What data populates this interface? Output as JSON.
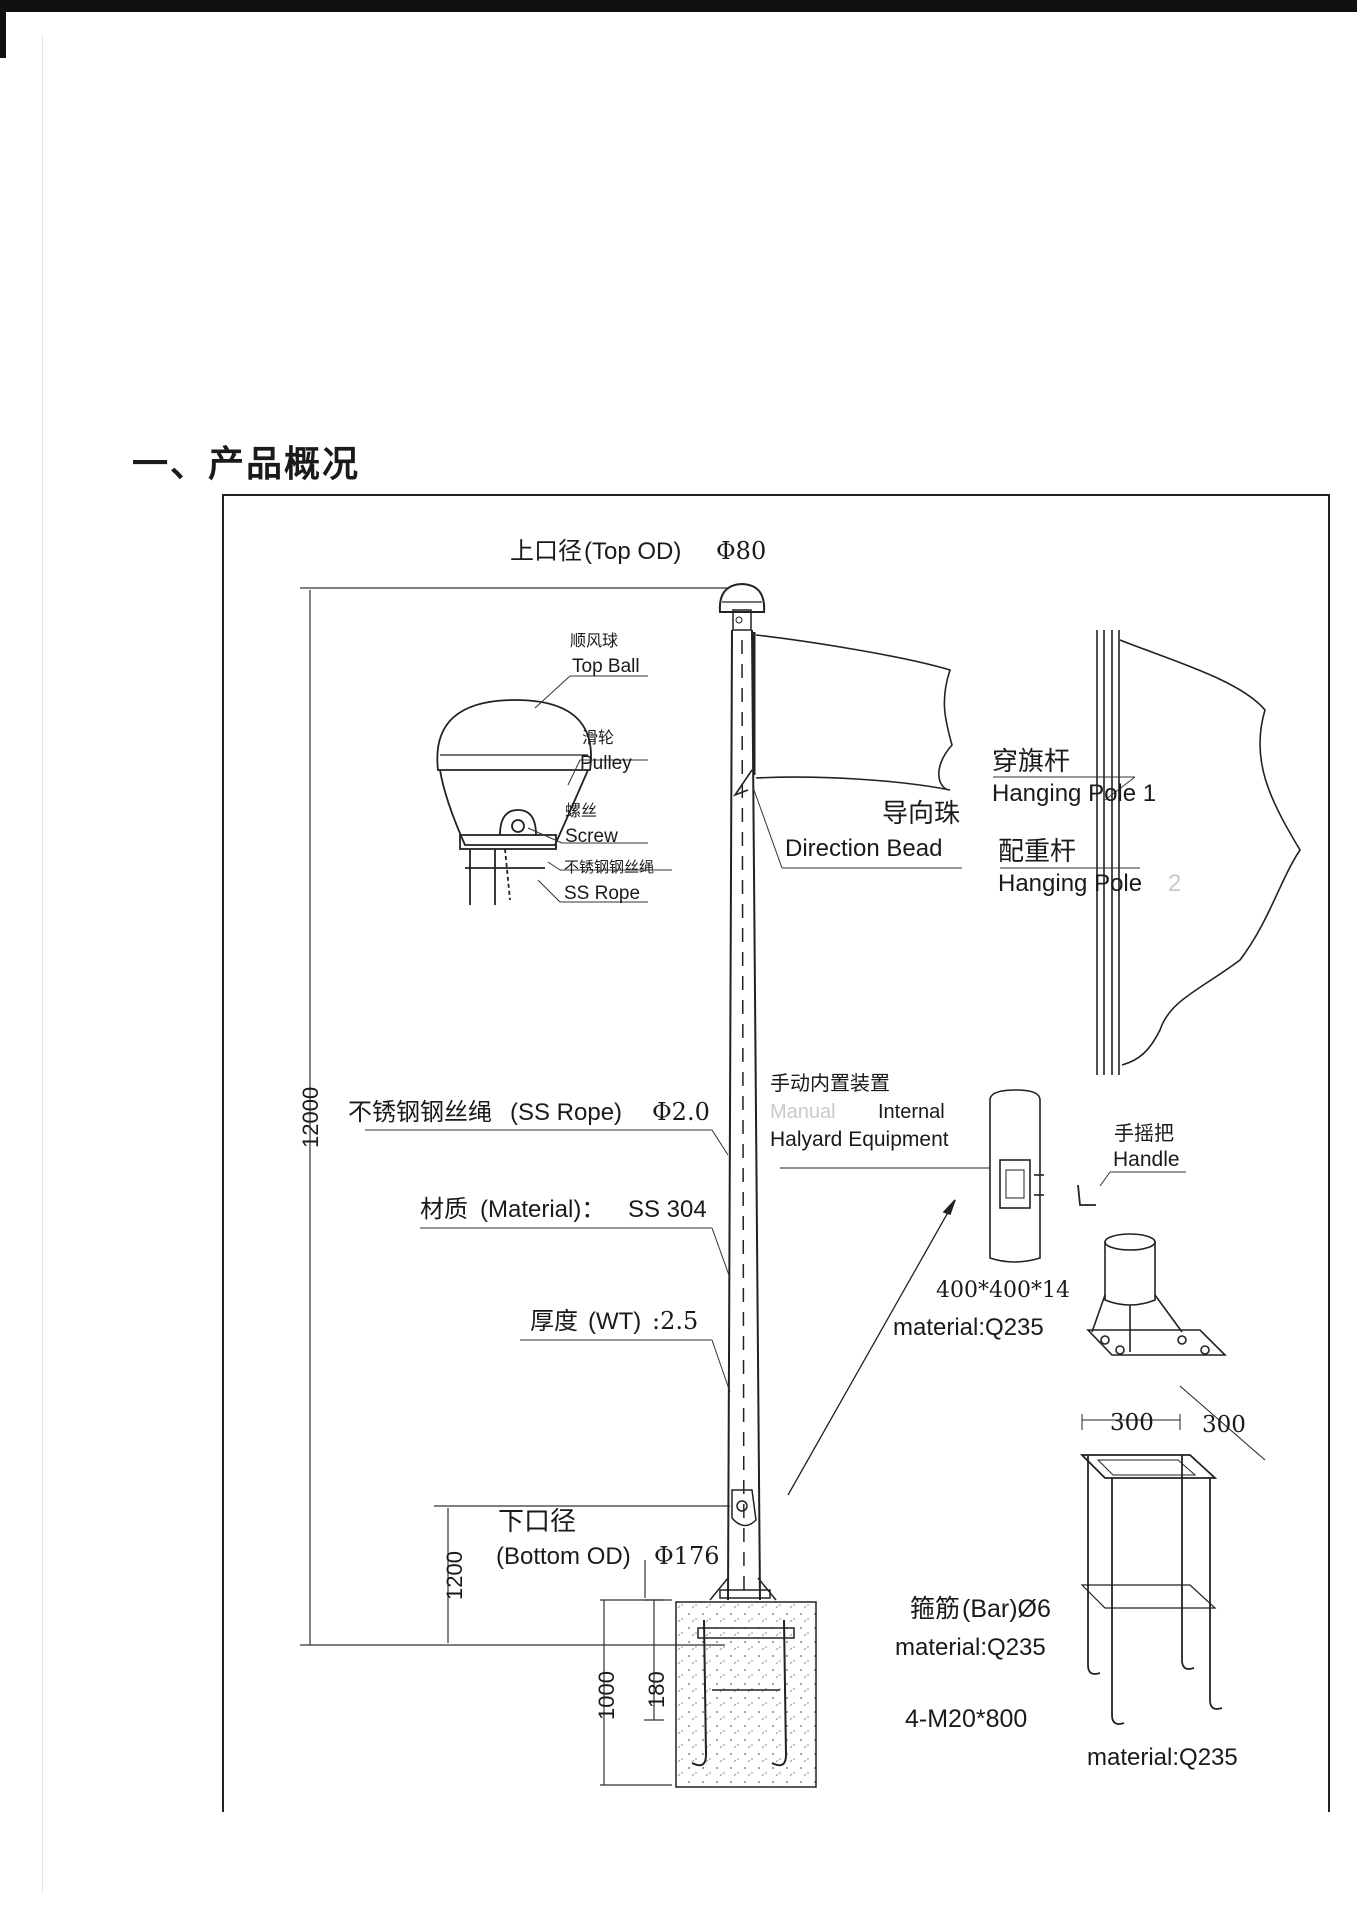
{
  "heading": "一、产品概况",
  "labels": {
    "top_od_zh": "上口径",
    "top_od_en": "(Top OD)",
    "top_od_val": "Φ80",
    "top_ball_zh": "顺风球",
    "top_ball_en": "Top Ball",
    "pulley_zh": "滑轮",
    "pulley_en": "Pulley",
    "screw_zh": "螺丝",
    "screw_en": "Screw",
    "ss_rope_detail_zh": "不锈钢钢丝绳",
    "ss_rope_detail_en": "SS Rope",
    "direction_bead_zh": "导向珠",
    "direction_bead_en": "Direction Bead",
    "hanging_pole1_zh": "穿旗杆",
    "hanging_pole1_en": "Hanging Pole 1",
    "hanging_pole2_zh": "配重杆",
    "hanging_pole2_en": "Hanging Pole",
    "hanging_pole2_num": "2",
    "height_total": "12000",
    "ss_rope_zh": "不锈钢钢丝绳",
    "ss_rope_en": "(SS Rope)",
    "ss_rope_val": "Φ2.0",
    "material_zh": "材质",
    "material_en": "(Material)：",
    "material_val": "SS 304",
    "wt_zh": "厚度",
    "wt_en": "(WT)",
    "wt_val": ":2.5",
    "halyard_zh": "手动内置装置",
    "halyard_faint": "Manual",
    "halyard_en1": "Internal",
    "halyard_en2": "Halyard Equipment",
    "handle_zh": "手摇把",
    "handle_en": "Handle",
    "base_plate_size": "400*400*14",
    "base_plate_material": "material:Q235",
    "bottom_od_zh": "下口径",
    "bottom_od_en": "(Bottom OD)",
    "bottom_od_val": "Φ176",
    "height_lower": "1200",
    "foundation_depth": "1000",
    "foundation_top": "180",
    "cage_w1": "300",
    "cage_w2": "300",
    "bar_zh": "箍筋",
    "bar_en": "(Bar)Ø6",
    "bar_material": "material:Q235",
    "bolt_spec": "4-M20*800",
    "bolt_material": "material:Q235"
  }
}
